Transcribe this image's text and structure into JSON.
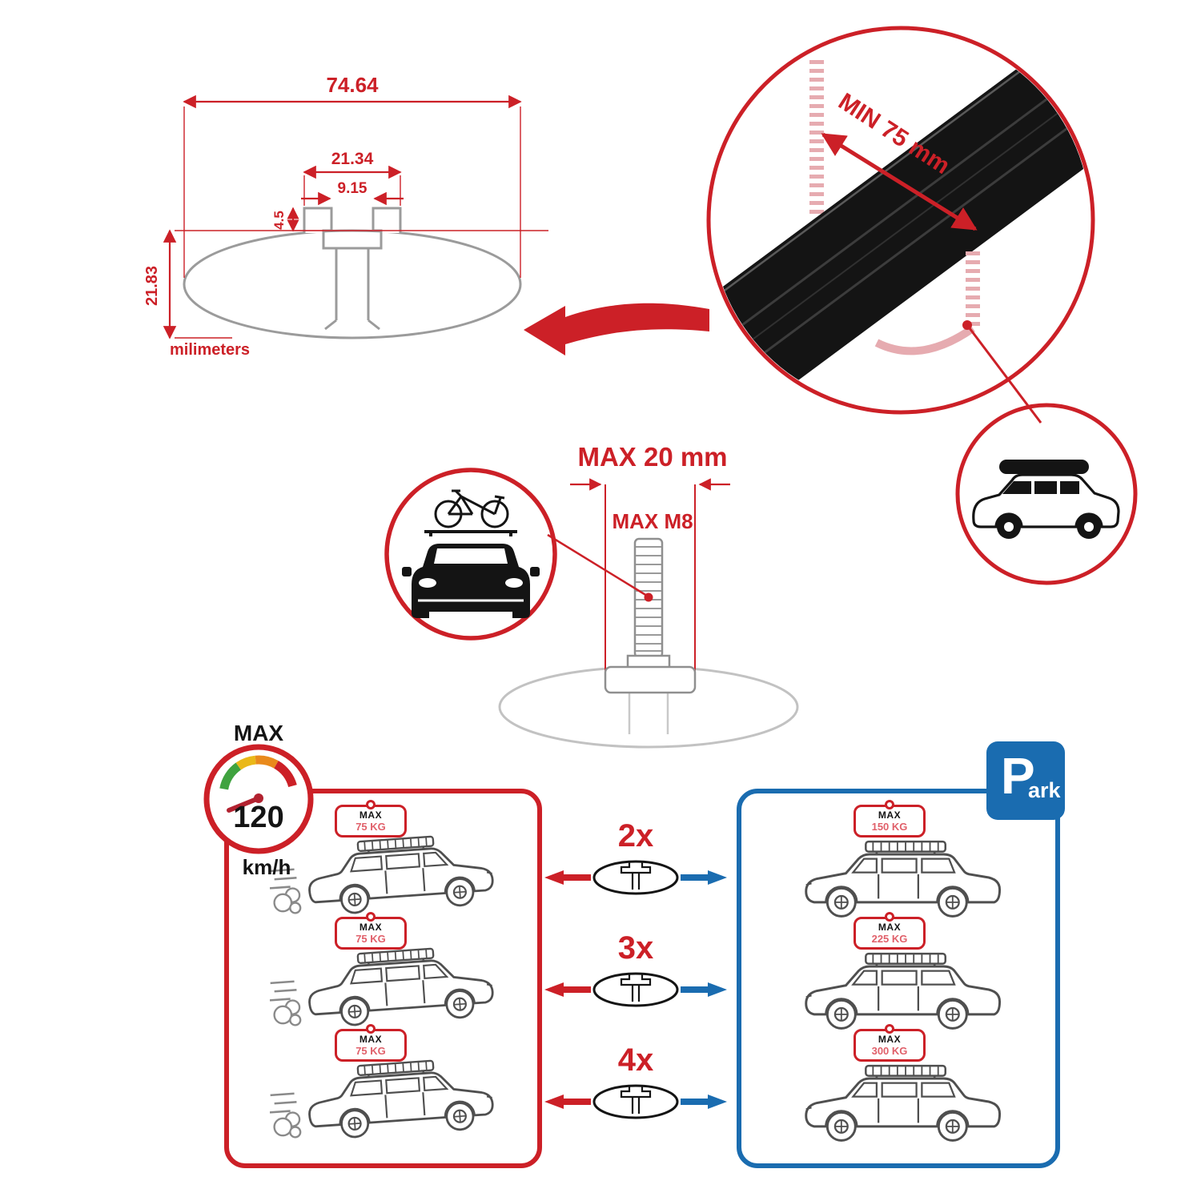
{
  "colors": {
    "red": "#cc2027",
    "blue": "#1a6cb0",
    "pink": "#e6abb0",
    "grey": "#9b9b9b",
    "black": "#141414"
  },
  "tech_drawing": {
    "width_total": "74.64",
    "slot_outer_width": "21.34",
    "slot_opening_width": "9.15",
    "lip_depth": "4.5",
    "height_total": "21.83",
    "units": "milimeters"
  },
  "crossbar_detail": {
    "min_clamp_span": "MIN 75 mm"
  },
  "bolt_detail": {
    "max_width": "MAX 20 mm",
    "max_thread": "MAX M8"
  },
  "speedometer": {
    "label": "MAX",
    "value": "120",
    "unit": "km/h"
  },
  "parking_sign": {
    "letter": "P",
    "rest": "ark"
  },
  "crossbar_counts": [
    "2x",
    "3x",
    "4x"
  ],
  "driving_panel": {
    "cars": [
      {
        "label": "MAX",
        "load": "75 KG"
      },
      {
        "label": "MAX",
        "load": "75 KG"
      },
      {
        "label": "MAX",
        "load": "75 KG"
      }
    ]
  },
  "parking_panel": {
    "cars": [
      {
        "label": "MAX",
        "load": "150 KG"
      },
      {
        "label": "MAX",
        "load": "225 KG"
      },
      {
        "label": "MAX",
        "load": "300 KG"
      }
    ]
  }
}
